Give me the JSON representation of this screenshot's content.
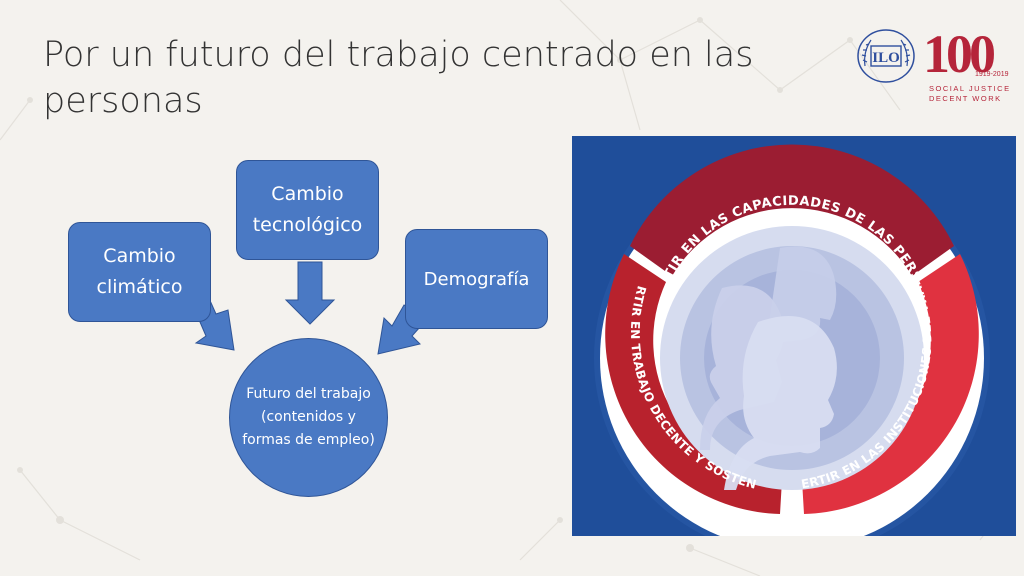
{
  "title": "Por un futuro del trabajo centrado en las personas",
  "logo": {
    "emblem_text": "ILO",
    "centenary_number": "100",
    "centenary_years": "1919-2019",
    "tagline_1": "SOCIAL JUSTICE",
    "tagline_2": "DECENT WORK"
  },
  "drivers": [
    {
      "label": "Cambio climático"
    },
    {
      "label": "Cambio tecnológico"
    },
    {
      "label": "Demografía"
    }
  ],
  "outcome": {
    "label": "Futuro del trabajo (contenidos y formas de empleo)"
  },
  "pillars": [
    {
      "label": "INVERTIR EN LAS CAPACIDADES DE LAS PERSONAS",
      "color": "#9b1d32"
    },
    {
      "label": "INVERTIR EN TRABAJO DECENTE Y SOSTENIBLE",
      "color": "#b8222d"
    },
    {
      "label": "INVERTIR EN LAS INSTITUCIONES DEL TRABAJO",
      "color": "#e03240"
    }
  ],
  "colors": {
    "driver_fill": "#4a79c4",
    "panel_background": "#1f4e9a",
    "brand_red": "#b5253a"
  }
}
